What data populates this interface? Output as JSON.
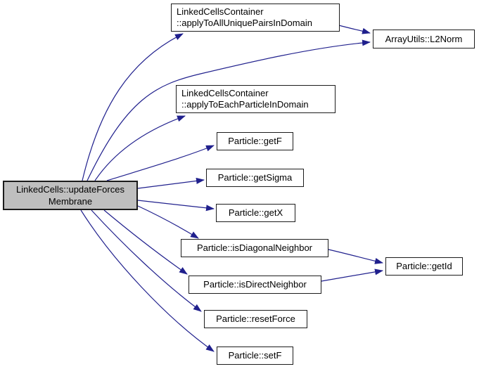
{
  "graph": {
    "type": "call-graph",
    "colors": {
      "edge": "#20208d",
      "node_border": "#1c1c1c",
      "node_fill": "#ffffff",
      "focus_node_fill": "#bfbfbf",
      "text": "#000000",
      "background": "#ffffff"
    },
    "nodes": [
      {
        "id": "updateForcesMembrane",
        "label": "LinkedCells::updateForces\nMembrane",
        "focused": true
      },
      {
        "id": "applyToAllUniquePairsInDomain",
        "label": "LinkedCellsContainer\n::applyToAllUniquePairsInDomain"
      },
      {
        "id": "L2Norm",
        "label": "ArrayUtils::L2Norm"
      },
      {
        "id": "applyToEachParticleInDomain",
        "label": "LinkedCellsContainer\n::applyToEachParticleInDomain"
      },
      {
        "id": "getF",
        "label": "Particle::getF"
      },
      {
        "id": "getSigma",
        "label": "Particle::getSigma"
      },
      {
        "id": "getX",
        "label": "Particle::getX"
      },
      {
        "id": "isDiagonalNeighbor",
        "label": "Particle::isDiagonalNeighbor"
      },
      {
        "id": "isDirectNeighbor",
        "label": "Particle::isDirectNeighbor"
      },
      {
        "id": "getId",
        "label": "Particle::getId"
      },
      {
        "id": "resetForce",
        "label": "Particle::resetForce"
      },
      {
        "id": "setF",
        "label": "Particle::setF"
      }
    ],
    "edges": [
      {
        "from": "updateForcesMembrane",
        "to": "applyToAllUniquePairsInDomain"
      },
      {
        "from": "updateForcesMembrane",
        "to": "L2Norm"
      },
      {
        "from": "applyToAllUniquePairsInDomain",
        "to": "L2Norm"
      },
      {
        "from": "updateForcesMembrane",
        "to": "applyToEachParticleInDomain"
      },
      {
        "from": "updateForcesMembrane",
        "to": "getF"
      },
      {
        "from": "updateForcesMembrane",
        "to": "getSigma"
      },
      {
        "from": "updateForcesMembrane",
        "to": "getX"
      },
      {
        "from": "updateForcesMembrane",
        "to": "isDiagonalNeighbor"
      },
      {
        "from": "updateForcesMembrane",
        "to": "isDirectNeighbor"
      },
      {
        "from": "isDiagonalNeighbor",
        "to": "getId"
      },
      {
        "from": "isDirectNeighbor",
        "to": "getId"
      },
      {
        "from": "updateForcesMembrane",
        "to": "resetForce"
      },
      {
        "from": "updateForcesMembrane",
        "to": "setF"
      }
    ]
  }
}
